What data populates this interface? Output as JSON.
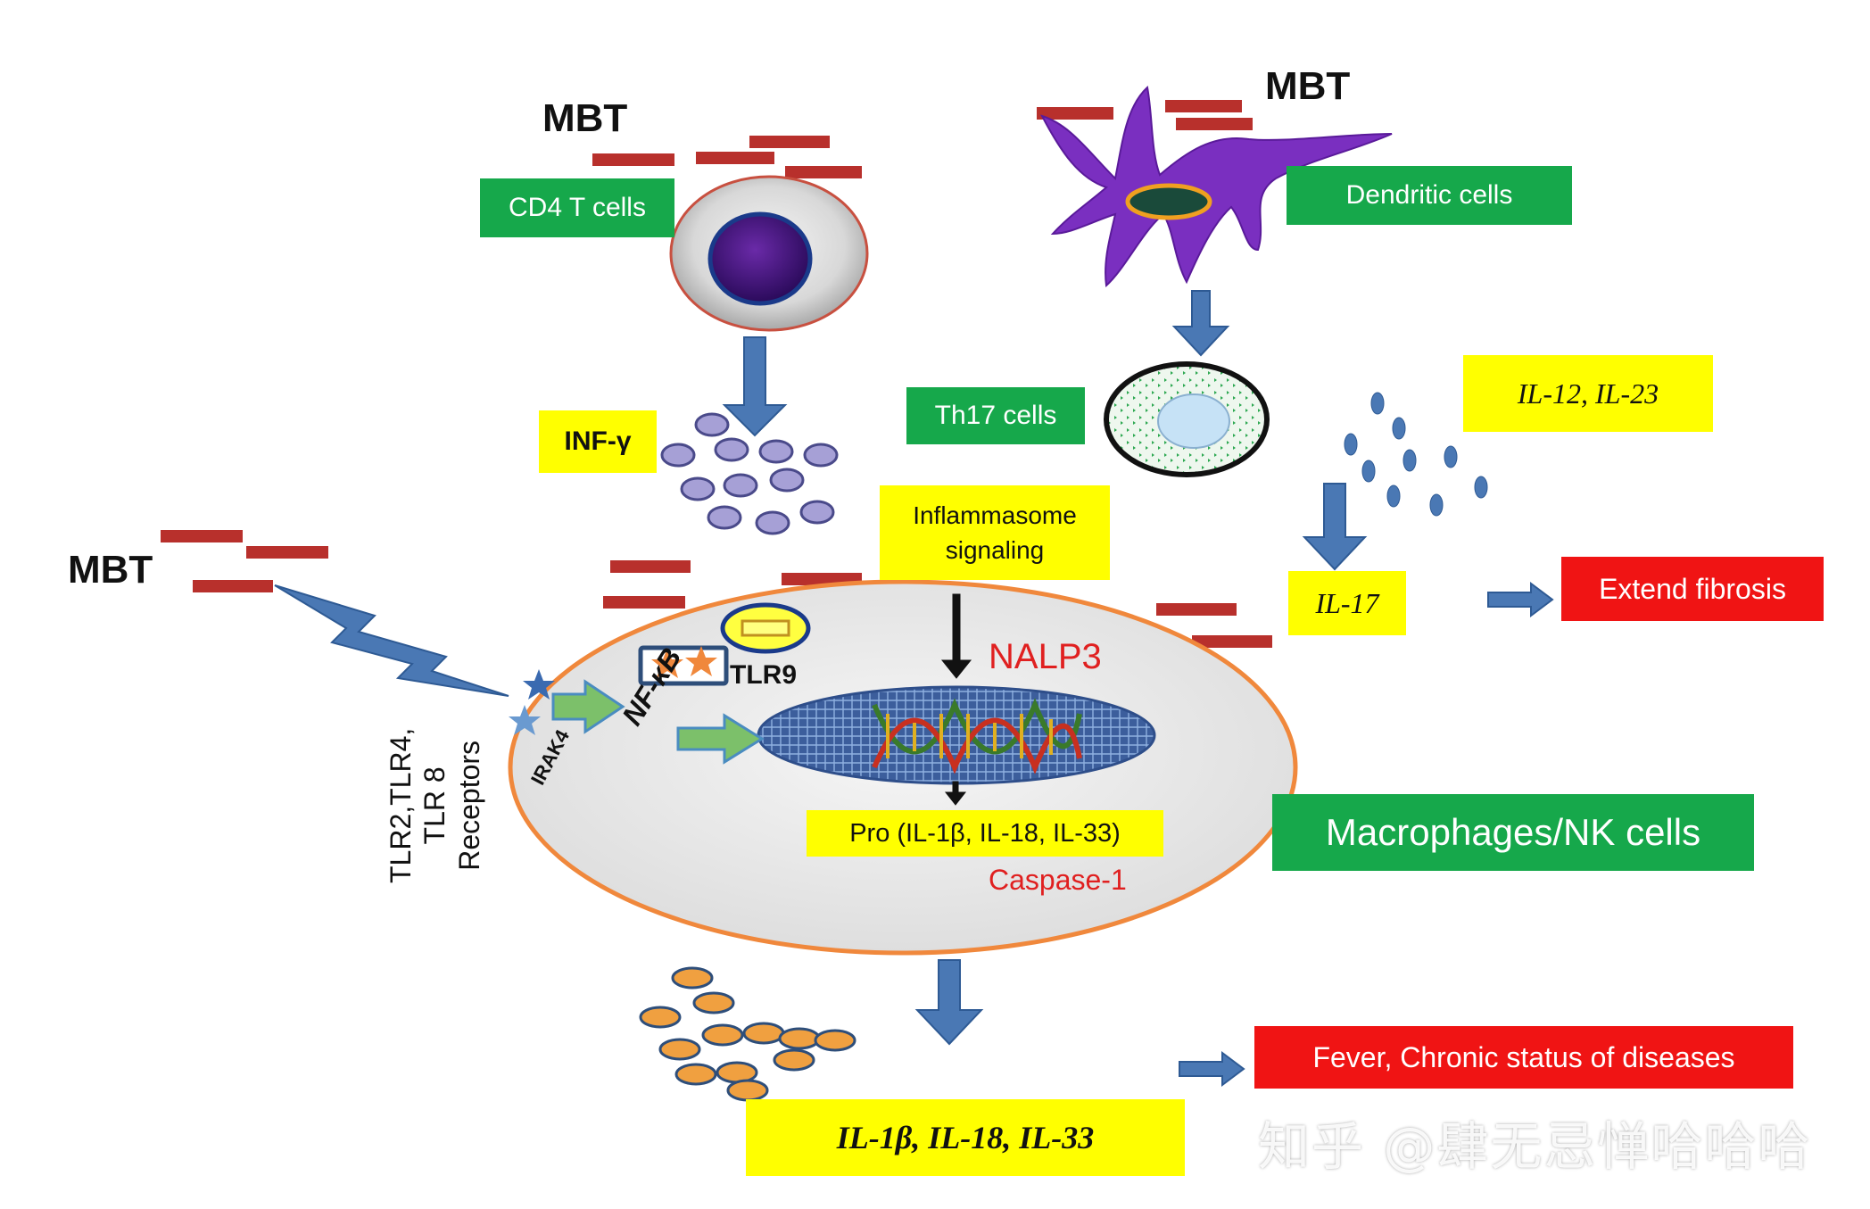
{
  "labels": {
    "mbt_top_left": "MBT",
    "mbt_top_right": "MBT",
    "mbt_left": "MBT",
    "cd4_t_cells": "CD4 T cells",
    "dendritic_cells": "Dendritic cells",
    "th17_cells": "Th17 cells",
    "inf_gamma": "INF-γ",
    "il12_il23": "IL-12, IL-23",
    "inflammasome_line1": "Inflammasome",
    "inflammasome_line2": "signaling",
    "il17": "IL-17",
    "extend_fibrosis": "Extend fibrosis",
    "nalp3": "NALP3",
    "tlr9": "TLR9",
    "nfkb": "NF-κB",
    "irak4": "IRAK4",
    "receptors_line1": "TLR2,TLR4,",
    "receptors_line2": "TLR 8",
    "receptors_line3": "Receptors",
    "pro_cytokines": "Pro (IL-1β, IL-18, IL-33)",
    "caspase1": "Caspase-1",
    "macrophages_nk": "Macrophages/NK cells",
    "fever": "Fever, Chronic status of diseases",
    "il1b_il18_il33": "IL-1β, IL-18, IL-33"
  },
  "watermark": "知乎 @肆无忌惮哈哈哈",
  "colors": {
    "green_label": "#16a84b",
    "yellow_label": "#ffff00",
    "red_label": "#f01414",
    "mbt_bar": "#b8302c",
    "arrow_blue": "#4a78b4",
    "arrow_green": "#7cc06a",
    "cell_outline": "#f0883c",
    "dendritic": "#7a2fc0",
    "nalp3_text": "#e02020",
    "caspase_text": "#e02020"
  }
}
